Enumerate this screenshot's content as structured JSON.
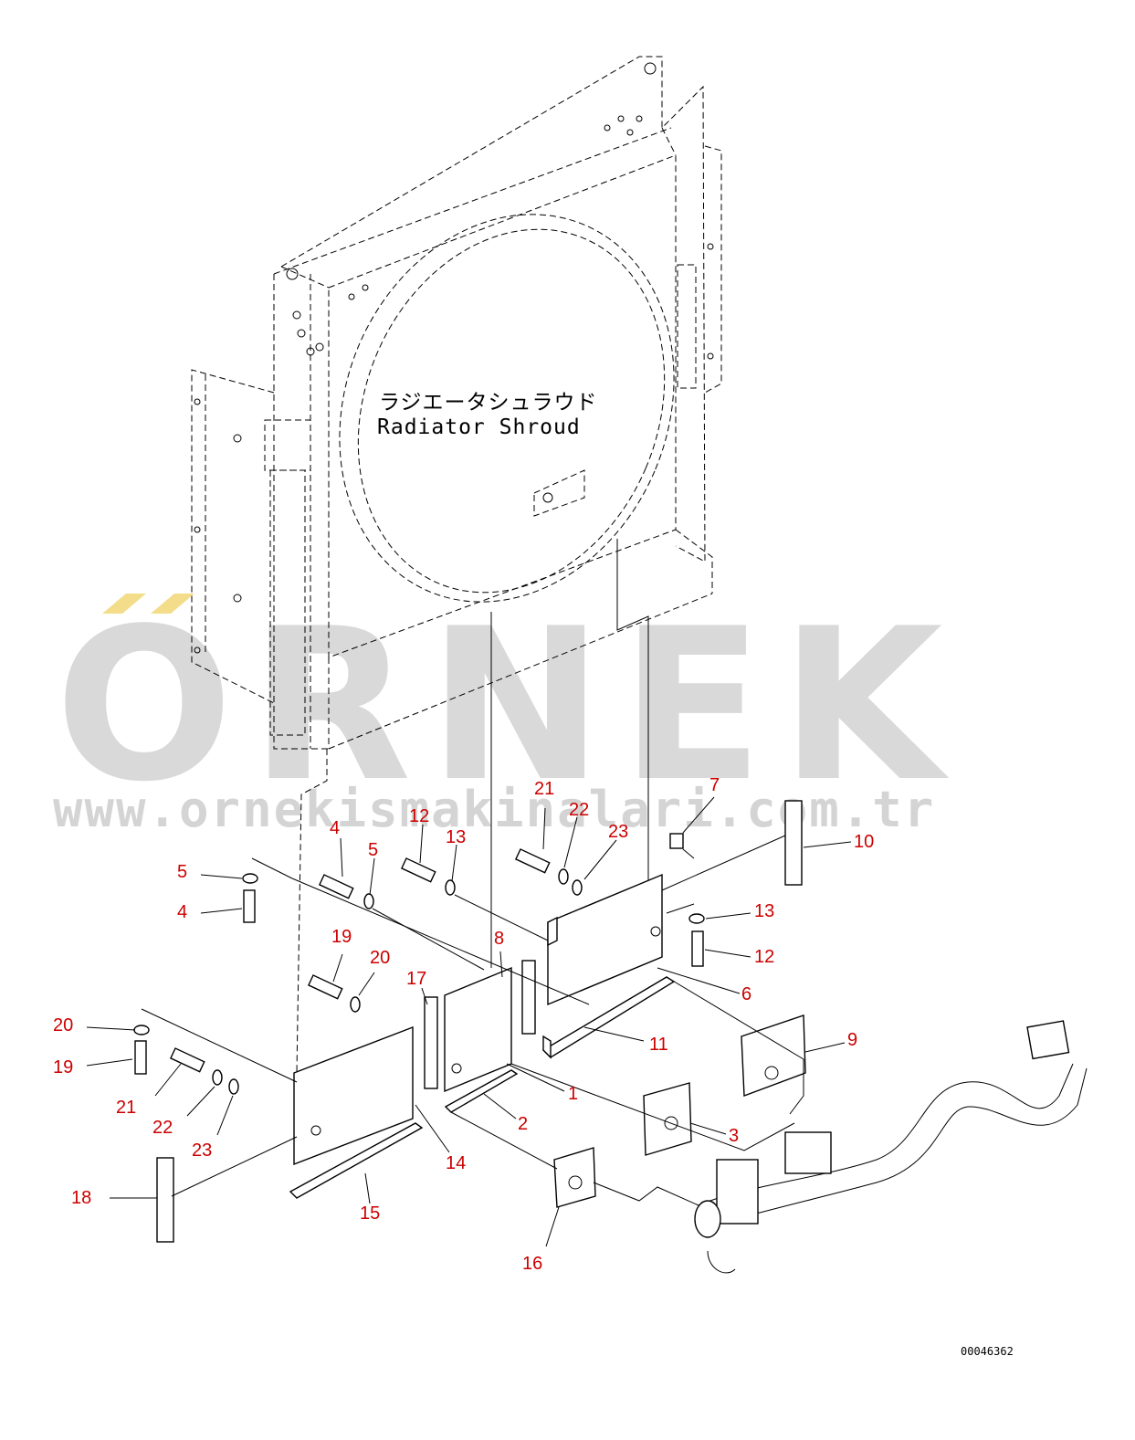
{
  "watermark": {
    "brand": "ORNEK",
    "url": "www.ornekismakinalari.com.tr",
    "accent_color": "#f3dd8a",
    "text_color": "#d9d9d9"
  },
  "caption": {
    "japanese": "ラジエータシュラウド",
    "english": "Radiator Shroud"
  },
  "drawing_code": "00046362",
  "callouts": [
    "21",
    "7",
    "22",
    "23",
    "4",
    "12",
    "13",
    "5",
    "10",
    "5",
    "13",
    "4",
    "12",
    "19",
    "8",
    "20",
    "17",
    "6",
    "20",
    "11",
    "9",
    "19",
    "1",
    "21",
    "2",
    "22",
    "3",
    "23",
    "14",
    "18",
    "15",
    "16"
  ],
  "colors": {
    "callout": "#cc0000",
    "line": "#000000"
  }
}
